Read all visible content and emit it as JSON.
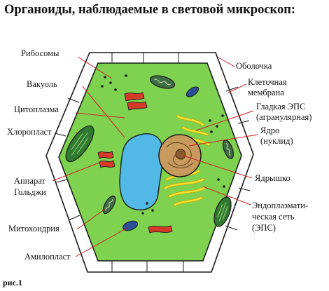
{
  "title": "Органоиды, наблюдаемые в световой микроскоп:",
  "labels": {
    "ribosomes": "Рибосомы",
    "vacuole": "Вакуоль",
    "cytoplasm": "Цитоплазма",
    "chloroplast": "Хлоропласт",
    "golgi_line1": "Аппарат",
    "golgi_line2": "Гольджи",
    "mitochondria": "Митохондрия",
    "amyloplast": "Амилопласт",
    "shell": "Оболочка",
    "membrane_line1": "Клеточная",
    "membrane_line2": "мембрана",
    "smooth_er_line1": "Гладкая ЭПС",
    "smooth_er_line2": "(агранулярная)",
    "nucleus_line1": "Ядро",
    "nucleus_line2": "(нуклид)",
    "nucleolus": "Ядрышко",
    "er_line1": "Эндоплазмати-",
    "er_line2": "ческая сеть",
    "er_line3": "(ЭПС)"
  },
  "figure_caption": "рис.1",
  "colors": {
    "cytoplasm": "#7ed24f",
    "wall": "#ffffff",
    "outline": "#1a1a1a",
    "vacuole": "#52b8e6",
    "nucleus": "#c99a5e",
    "er": "#f2e437",
    "golgi": "#d83a2a",
    "chloroplast": "#2f7a2f",
    "mitochondria": "#3f6b45",
    "amyloplast": "#2b4f9a",
    "leader": "#d32020"
  }
}
